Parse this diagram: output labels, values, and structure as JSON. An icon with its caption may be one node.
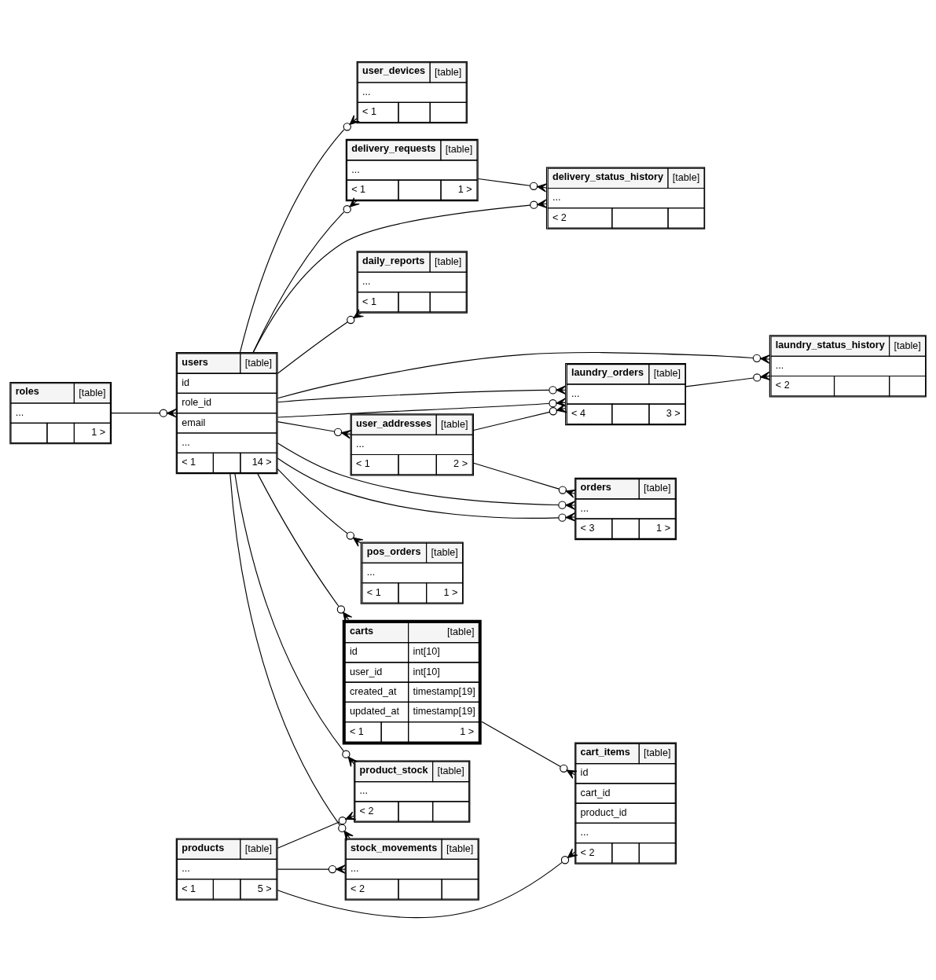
{
  "diagram": {
    "nodes": [
      {
        "text": [
          "user_devices",
          "[table]",
          "...",
          "< 1"
        ]
      },
      {
        "text": [
          "delivery_requests",
          "[table]",
          "...",
          "< 1",
          "1 >"
        ]
      },
      {
        "text": [
          "delivery_status_history",
          "[table]",
          "...",
          "< 2"
        ]
      },
      {
        "text": [
          "daily_reports",
          "[table]",
          "...",
          "< 1"
        ]
      },
      {
        "text": [
          "laundry_status_history",
          "[table]",
          "...",
          "< 2"
        ]
      },
      {
        "text": [
          "roles",
          "[table]",
          "...",
          "1 >"
        ]
      },
      {
        "text": [
          "users",
          "[table]",
          "id",
          "role_id",
          "email",
          "...",
          "< 1",
          "14 >"
        ]
      },
      {
        "text": [
          "laundry_orders",
          "[table]",
          "...",
          "< 4",
          "3 >"
        ]
      },
      {
        "text": [
          "user_addresses",
          "[table]",
          "...",
          "< 1",
          "2 >"
        ]
      },
      {
        "text": [
          "orders",
          "[table]",
          "...",
          "< 3",
          "1 >"
        ]
      },
      {
        "text": [
          "pos_orders",
          "[table]",
          "...",
          "< 1",
          "1 >"
        ]
      },
      {
        "text": [
          "carts",
          "[table]",
          "id",
          "int[10]",
          "user_id",
          "int[10]",
          "created_at",
          "timestamp[19]",
          "updated_at",
          "timestamp[19]",
          "< 1",
          "1 >"
        ]
      },
      {
        "text": [
          "cart_items",
          "[table]",
          "id",
          "cart_id",
          "product_id",
          "...",
          "< 2"
        ]
      },
      {
        "text": [
          "product_stock",
          "[table]",
          "...",
          "< 2"
        ]
      },
      {
        "text": [
          "products",
          "[table]",
          "...",
          "< 1",
          "5 >"
        ]
      },
      {
        "text": [
          "stock_movements",
          "[table]",
          "...",
          "< 2"
        ]
      }
    ],
    "edges": [
      {
        "from": 5,
        "to": 6,
        "arrow": "other"
      },
      {
        "from": 6,
        "to": 0,
        "arrow": "other"
      },
      {
        "from": 6,
        "to": 1,
        "arrow": "other"
      },
      {
        "from": 6,
        "to": 3,
        "arrow": "other"
      },
      {
        "from": 6,
        "to": 2,
        "arrow": "other"
      },
      {
        "from": 1,
        "to": 2,
        "arrow": "other"
      },
      {
        "from": 6,
        "to": 4,
        "arrow": "other"
      },
      {
        "from": 7,
        "to": 4,
        "arrow": "other"
      },
      {
        "from": 6,
        "to": 7,
        "arrow": "other"
      },
      {
        "from": 6,
        "to": 7,
        "arrow": "other"
      },
      {
        "from": 8,
        "to": 7,
        "arrow": "other"
      },
      {
        "from": 6,
        "to": 8,
        "arrow": "other"
      },
      {
        "from": 6,
        "to": 9,
        "arrow": "other"
      },
      {
        "from": 6,
        "to": 9,
        "arrow": "other"
      },
      {
        "from": 8,
        "to": 9,
        "arrow": "other"
      },
      {
        "from": 6,
        "to": 10,
        "arrow": "other"
      },
      {
        "from": 6,
        "to": 11,
        "arrow": "other"
      },
      {
        "from": 11,
        "to": 12,
        "arrow": "other"
      },
      {
        "from": 14,
        "to": 12,
        "arrow": "other"
      },
      {
        "from": 6,
        "to": 13,
        "arrow": "other"
      },
      {
        "from": 14,
        "to": 13,
        "arrow": "other"
      },
      {
        "from": 6,
        "to": 15,
        "arrow": "other"
      },
      {
        "from": 14,
        "to": 15,
        "arrow": "other"
      }
    ]
  }
}
